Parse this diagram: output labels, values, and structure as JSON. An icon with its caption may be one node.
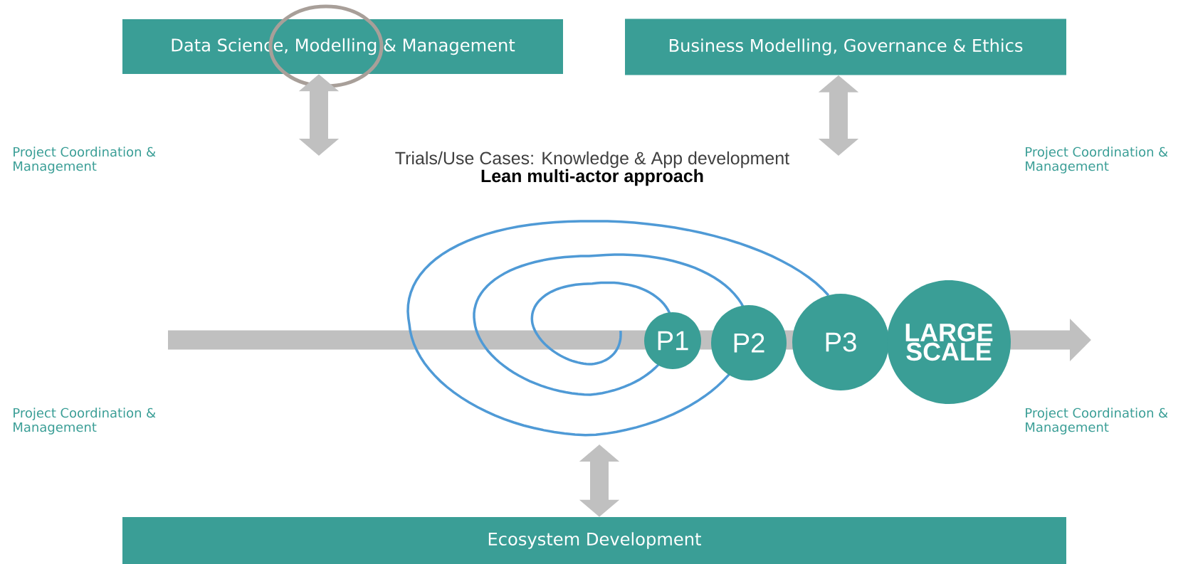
{
  "diagram": {
    "nodes": [
      {
        "text": [
          "Data Science, Modelling & Management"
        ]
      },
      {
        "text": [
          "Business Modelling, Governance & Ethics"
        ]
      },
      {
        "text": [
          "Trials/Use Cases: Knowledge & App development",
          "Lean multi-actor approach"
        ]
      },
      {
        "text": [
          "P1"
        ]
      },
      {
        "text": [
          "P2"
        ]
      },
      {
        "text": [
          "P3"
        ]
      },
      {
        "text": [
          "LARGE SCALE"
        ]
      },
      {
        "text": [
          "Ecosystem Development"
        ]
      }
    ],
    "edges": [
      {
        "from": null,
        "to": 0,
        "arrow": "both"
      },
      {
        "from": null,
        "to": 1,
        "arrow": "both"
      },
      {
        "from": null,
        "to": 7,
        "arrow": "both"
      }
    ],
    "labels": [
      "Project Coordination & Management",
      "Project Coordination & Management",
      "Project Coordination & Management",
      "Project Coordination & Management"
    ]
  }
}
